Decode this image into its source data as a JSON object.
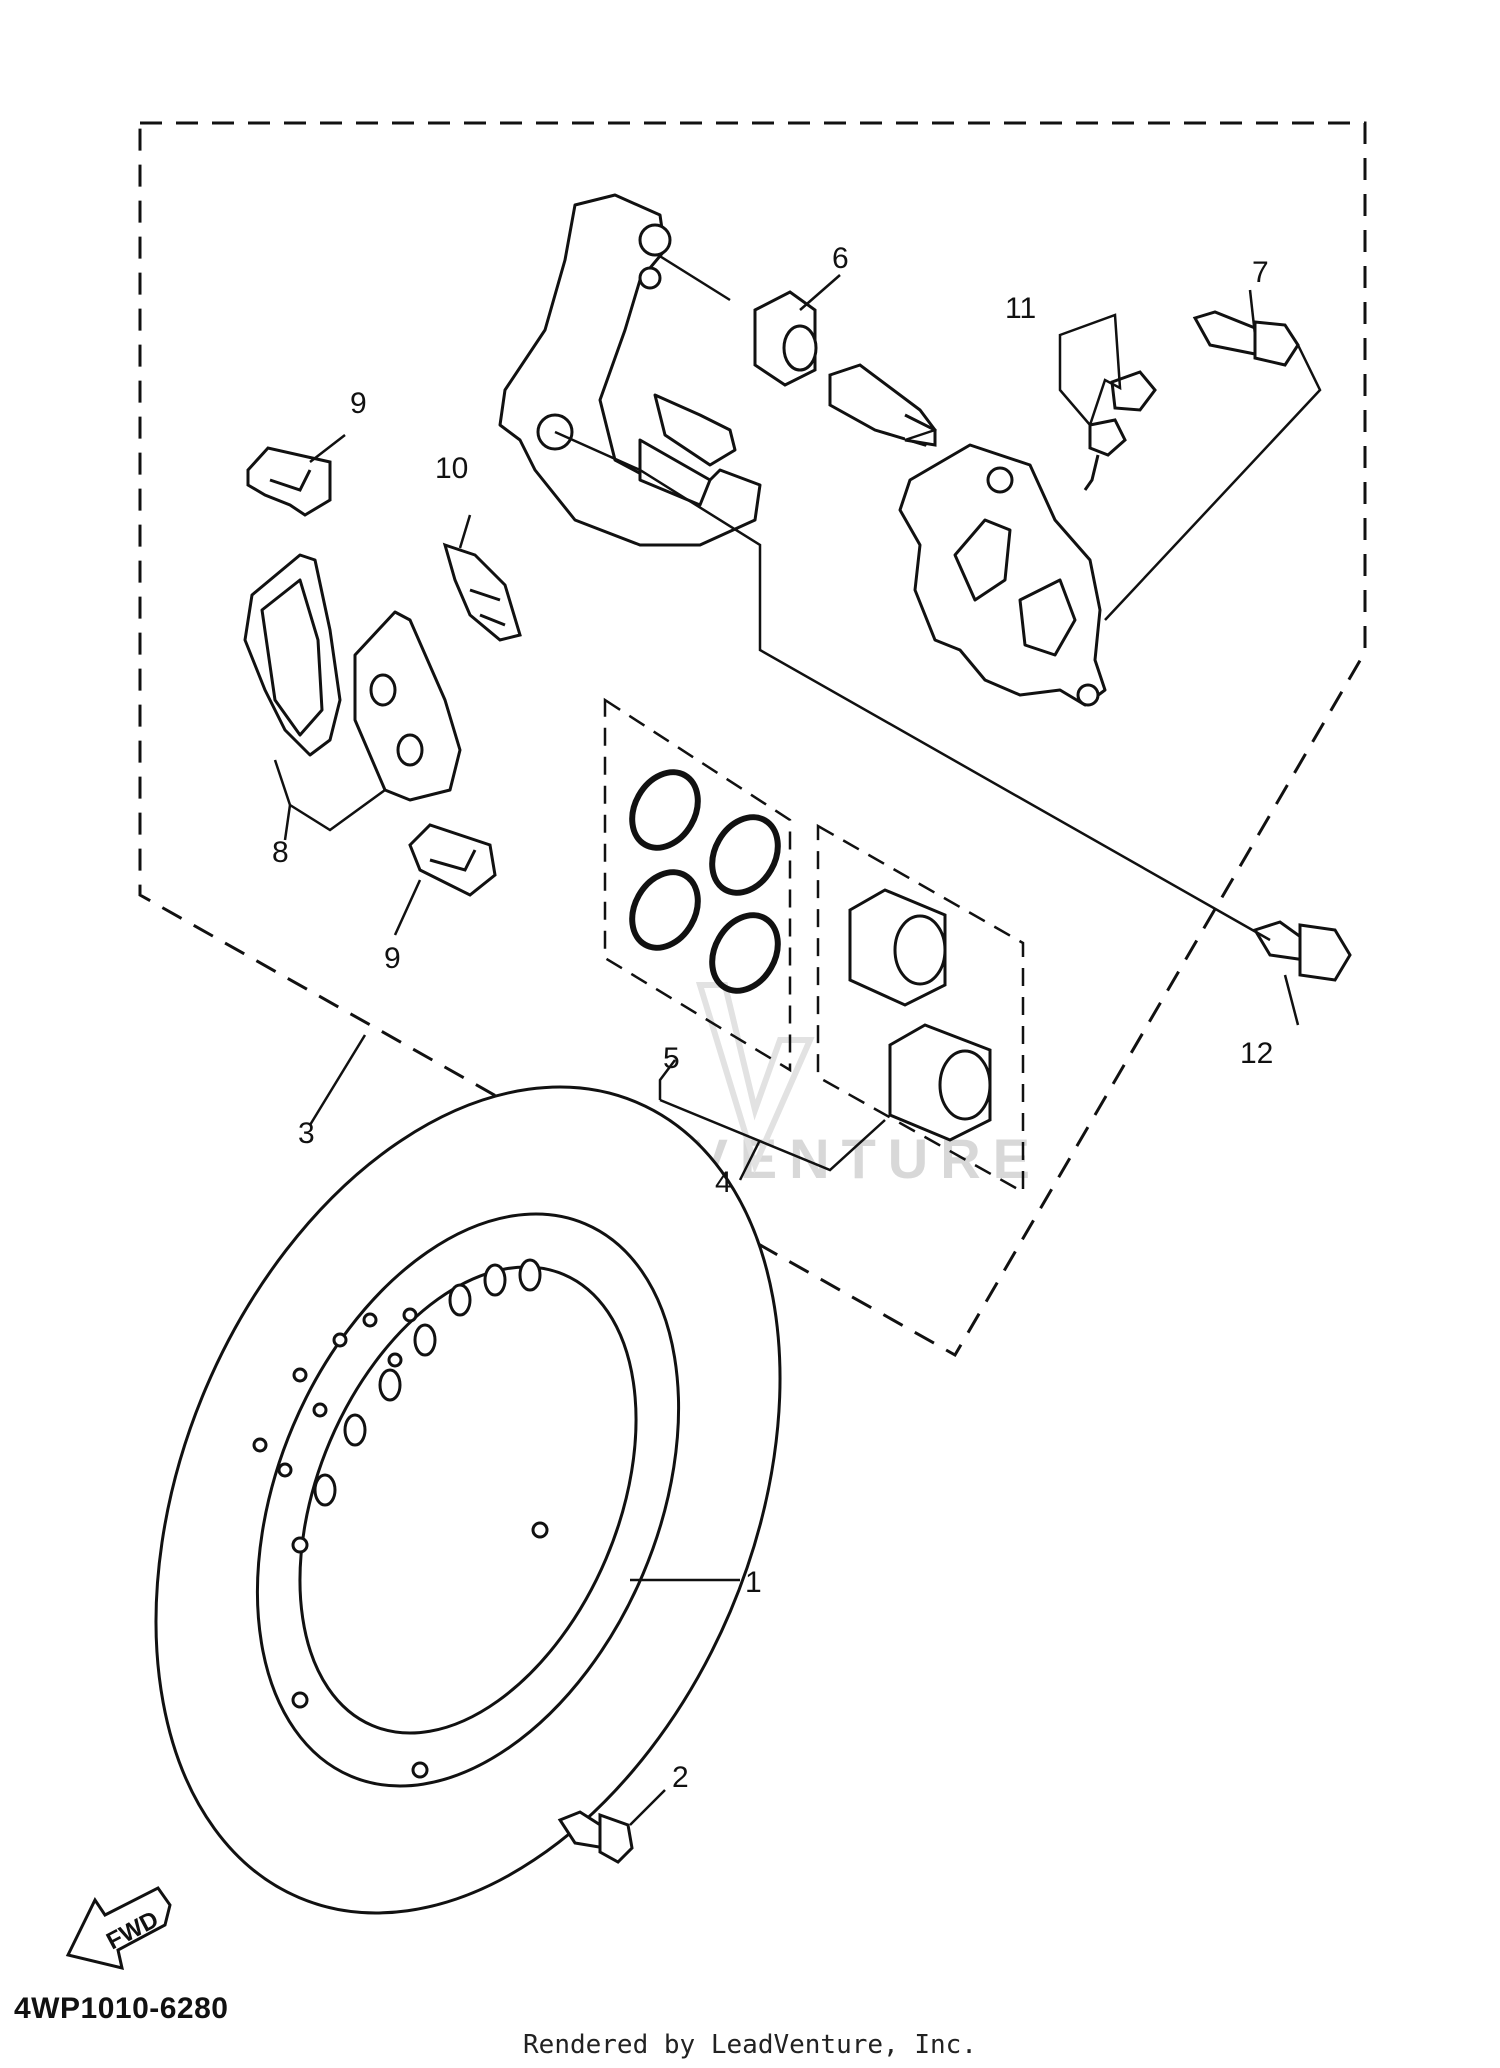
{
  "callouts": {
    "c1": "1",
    "c2": "2",
    "c3": "3",
    "c4": "4",
    "c5": "5",
    "c6": "6",
    "c7": "7",
    "c8": "8",
    "c9a": "9",
    "c9b": "9",
    "c10": "10",
    "c11": "11",
    "c12": "12"
  },
  "fwd_label": "FWD",
  "watermark": "LEADVENTURE",
  "diagram_code": "4WP1010-6280",
  "credit": "Rendered by LeadVenture, Inc."
}
